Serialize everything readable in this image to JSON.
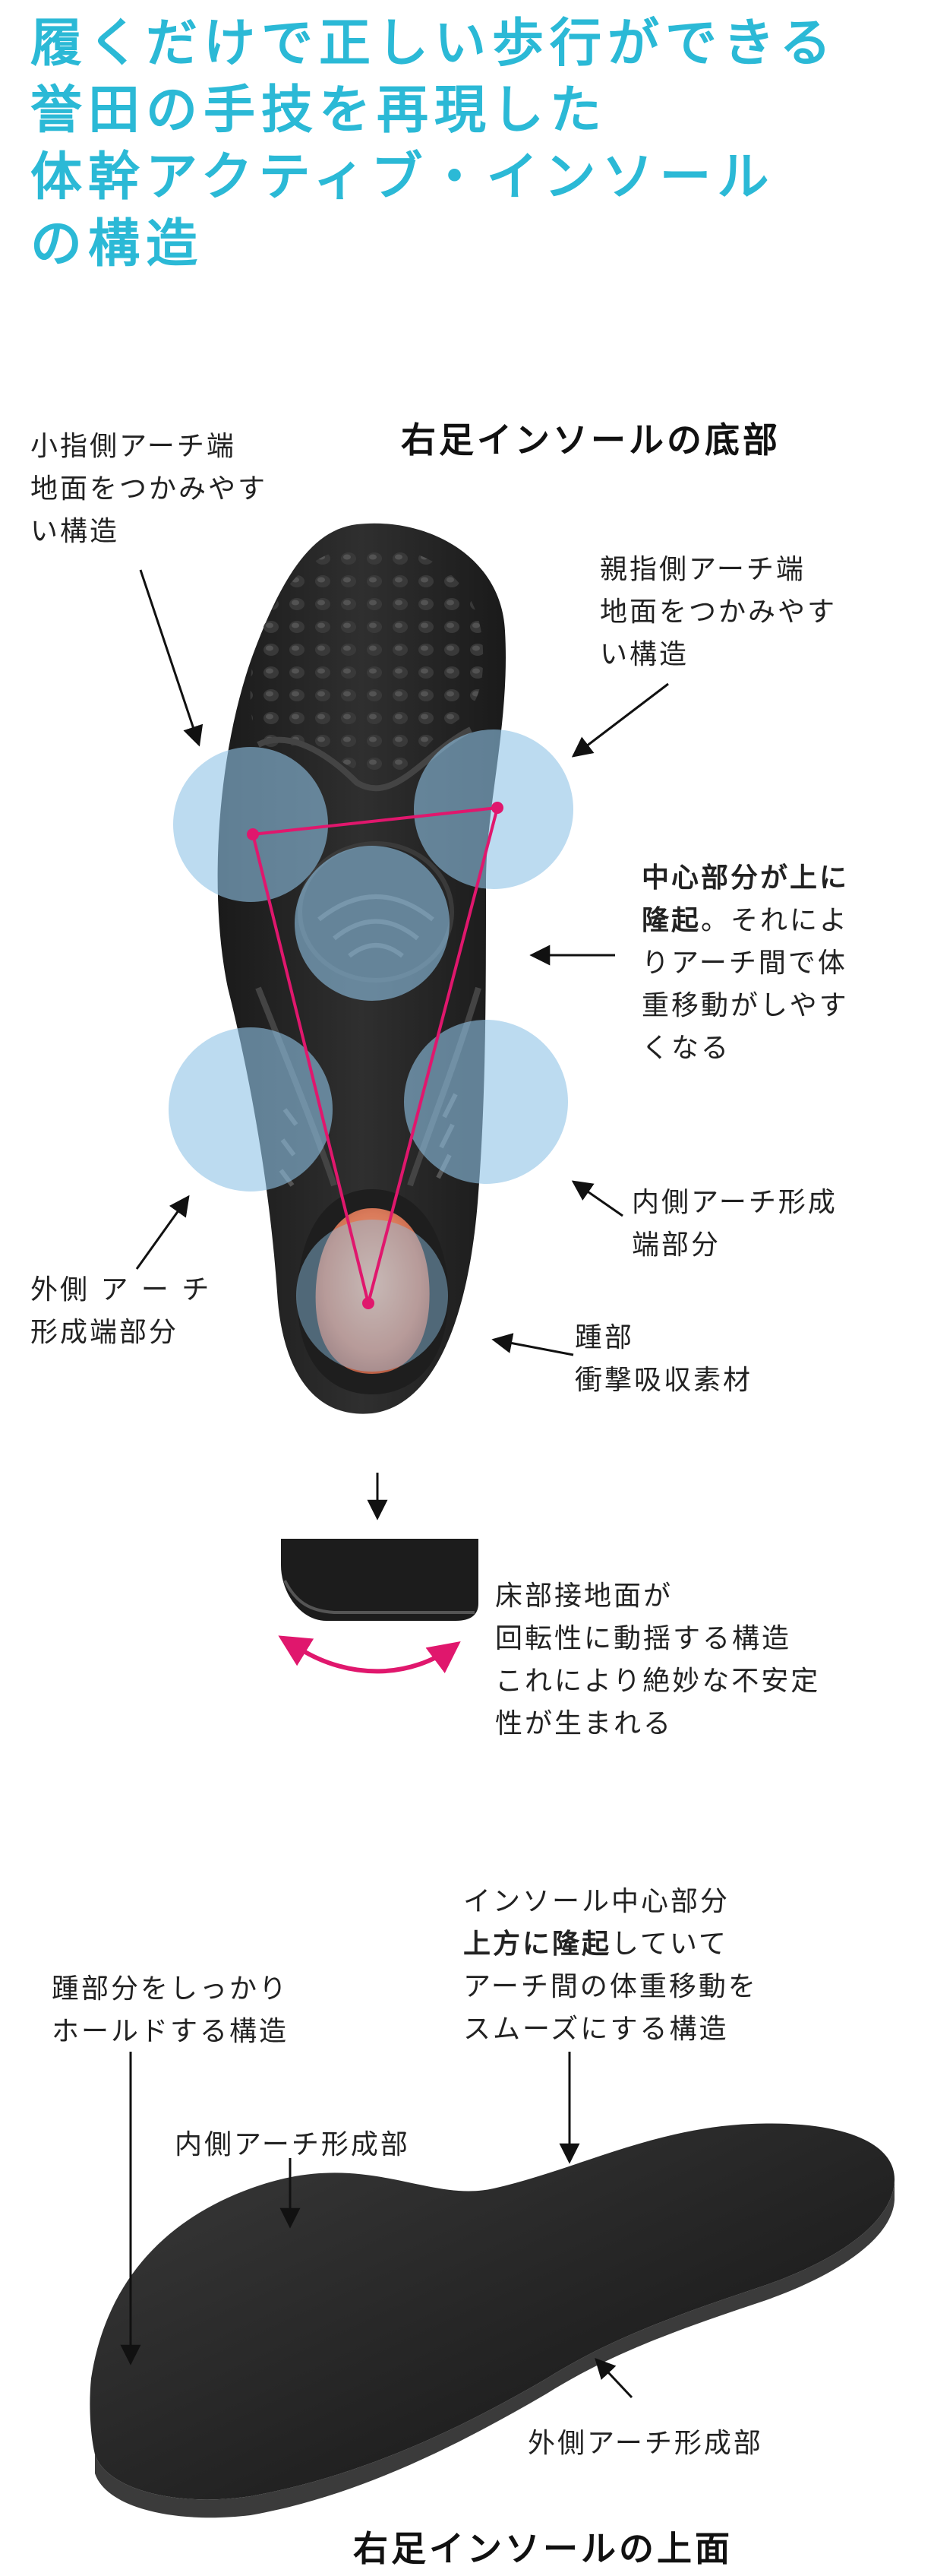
{
  "heading": {
    "lines": [
      "履くだけで正しい歩行ができる",
      "誉田の手技を再現した",
      "体幹アクティブ・インソール",
      "の構造"
    ]
  },
  "bottom_view": {
    "title": "右足インソールの底部",
    "label_pinky_arch": [
      "小指側アーチ端",
      "地面をつかみやす",
      "い構造"
    ],
    "label_thumb_arch": [
      "親指側アーチ端",
      "地面をつかみやす",
      "い構造"
    ],
    "label_center": {
      "bold_1": "中心部分が上に",
      "bold_2": "隆起",
      "rest_2": "。それによ",
      "line_3": "りアーチ間で体",
      "line_4": "重移動がしやす",
      "line_5": "くなる"
    },
    "label_inner_arch": [
      "内側アーチ形成",
      "端部分"
    ],
    "label_outer_arch": [
      "外側 ア ー チ",
      "形成端部分"
    ],
    "label_heel": [
      "踵部",
      "衝撃吸収素材"
    ]
  },
  "rotation": {
    "label": [
      "床部接地面が",
      "回転性に動揺する構造",
      "これにより絶妙な不安定",
      "性が生まれる"
    ]
  },
  "top_view": {
    "label_heel_hold": [
      "踵部分をしっかり",
      "ホールドする構造"
    ],
    "label_center": {
      "line_1": "インソール中心部分",
      "bold_2": "上方に隆起",
      "rest_2": "していて",
      "line_3": "アーチ間の体重移動を",
      "line_4": "スムーズにする構造"
    },
    "label_inner_arch": "内側アーチ形成部",
    "label_outer_arch": "外側アーチ形成部",
    "title": "右足インソールの上面"
  },
  "colors": {
    "heading": "#2bb9d6",
    "accent": "#e0176d",
    "circle": "#8fc3e6"
  }
}
